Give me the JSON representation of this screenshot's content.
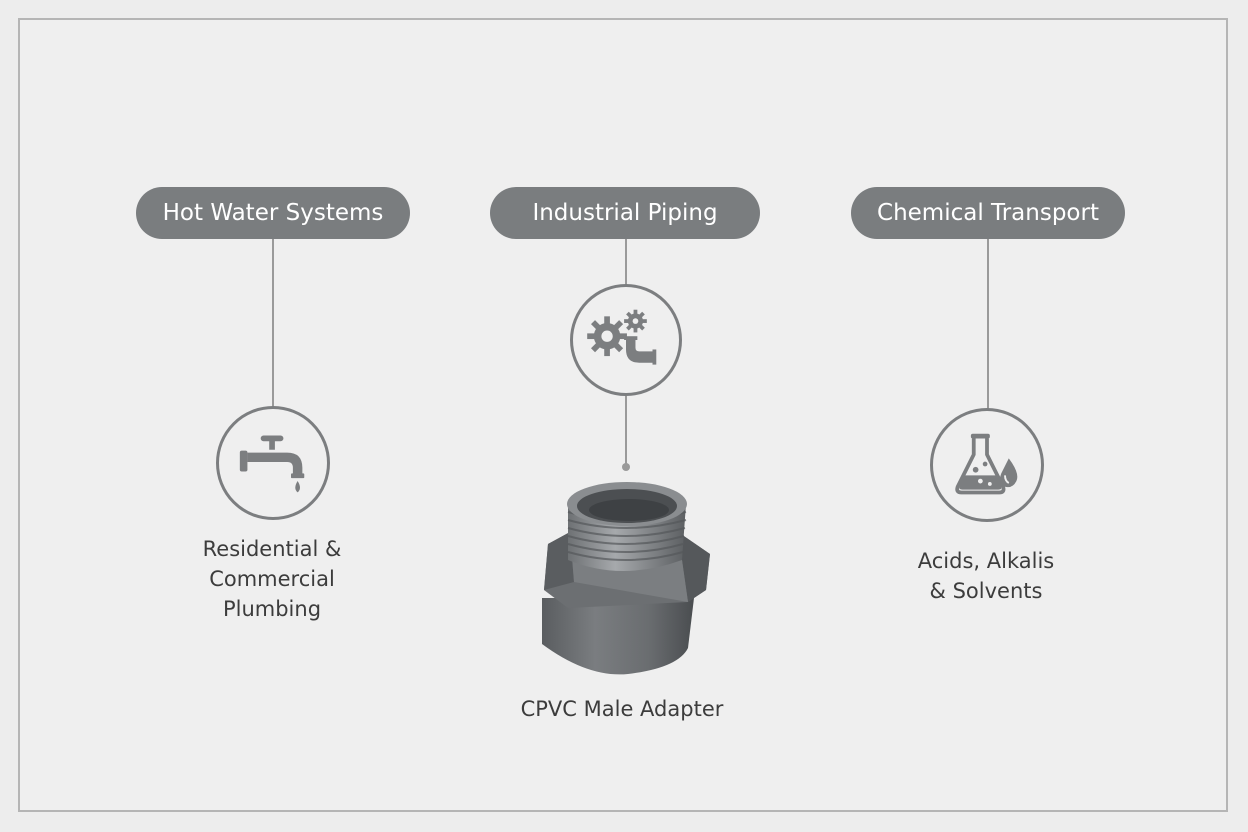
{
  "categories": [
    {
      "label": "Hot Water Systems",
      "icon": "faucet-icon",
      "caption_lines": [
        "Residential &",
        "Commercial",
        "Plumbing"
      ]
    },
    {
      "label": "Industrial Piping",
      "icon": "gears-pipe-icon",
      "caption_lines": []
    },
    {
      "label": "Chemical Transport",
      "icon": "flask-droplet-icon",
      "caption_lines": [
        "Acids, Alkalis",
        "& Solvents"
      ]
    }
  ],
  "product": {
    "label": "CPVC Male Adapter",
    "icon": "cpvc-male-adapter-image"
  },
  "colors": {
    "pill": "#7a7d7f",
    "icon_stroke": "#7c7e80",
    "connector": "#9a9a9a",
    "text": "#3c3c3c",
    "background": "#efefef"
  }
}
